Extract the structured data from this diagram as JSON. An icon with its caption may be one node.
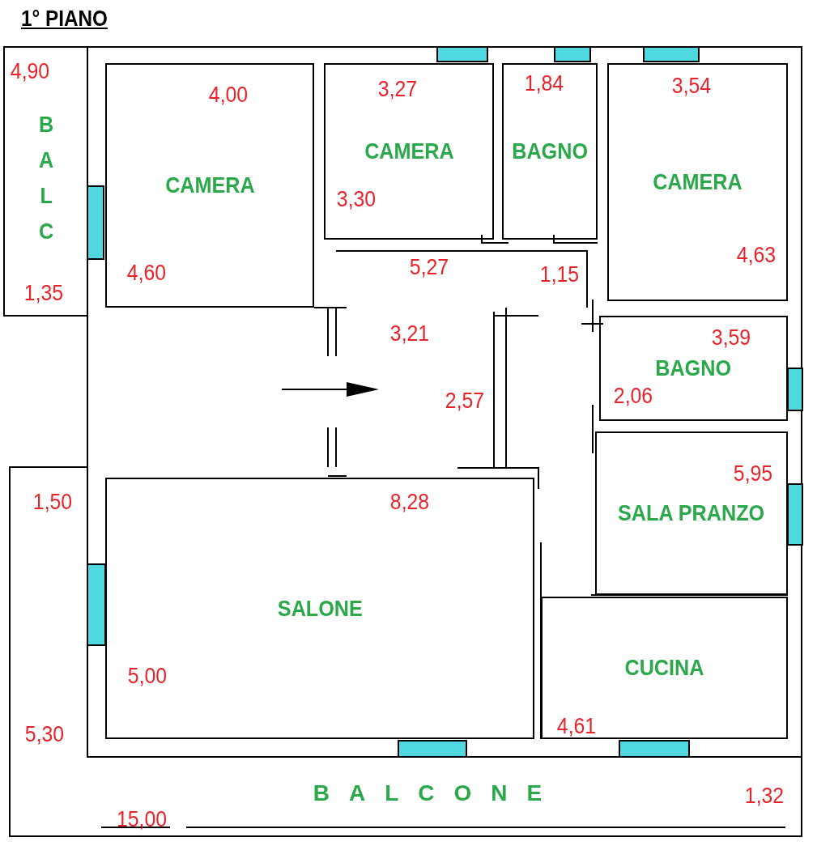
{
  "diagram": {
    "title": "1° PIANO",
    "nodes": [
      {
        "text": [
          "BALC"
        ]
      },
      {
        "text": [
          "CAMERA"
        ]
      },
      {
        "text": [
          "CAMERA"
        ]
      },
      {
        "text": [
          "BAGNO"
        ]
      },
      {
        "text": [
          "CAMERA"
        ]
      },
      {
        "text": [
          "BAGNO"
        ]
      },
      {
        "text": [
          "SALA PRANZO"
        ]
      },
      {
        "text": [
          "SALONE"
        ]
      },
      {
        "text": [
          "CUCINA"
        ]
      },
      {
        "text": [
          "BALCONE"
        ]
      }
    ],
    "labels": [
      "4,90",
      "1,84",
      "3,54",
      "3,27",
      "4,00",
      "3,30",
      "4,63",
      "5,27",
      "4,60",
      "1,15",
      "1,35",
      "3,21",
      "3,59",
      "2,06",
      "2,57",
      "5,95",
      "1,50",
      "8,28",
      "5,00",
      "4,61",
      "5,30",
      "1,32",
      "15,00"
    ]
  }
}
